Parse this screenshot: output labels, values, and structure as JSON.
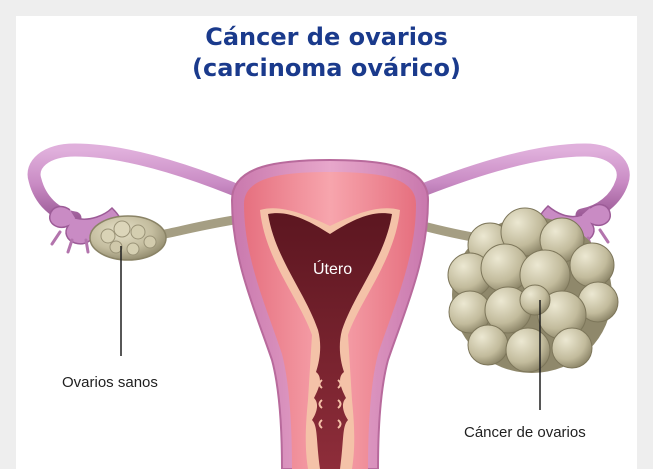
{
  "title": {
    "line1": "Cáncer de ovarios",
    "line2": "(carcinoma ovárico)"
  },
  "labels": {
    "uterus": "Útero",
    "healthy_ovary": "Ovarios sanos",
    "ovarian_cancer": "Cáncer de ovarios"
  },
  "colors": {
    "title": "#1a3a8c",
    "background": "#eeeeee",
    "card": "#ffffff",
    "tube": "#c98bc4",
    "uterus_outer": "#d98fb8",
    "uterus_inner": "#f08c9a",
    "uterus_cavity": "#7a2330",
    "ovary": "#c7c1a3",
    "leader_line": "#1f1f1f"
  }
}
